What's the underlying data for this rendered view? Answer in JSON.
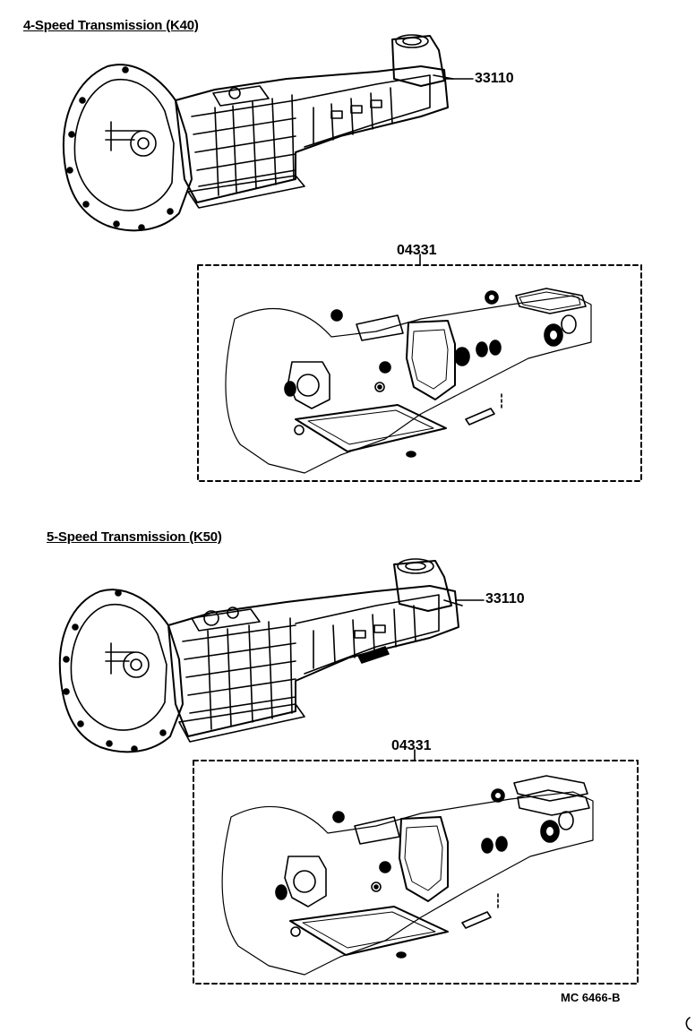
{
  "section_k40": {
    "title": "4-Speed Transmission (K40)",
    "assembly_part": "33110",
    "gasket_kit_part": "04331"
  },
  "section_k50": {
    "title": "5-Speed Transmission (K50)",
    "assembly_part": "33110",
    "gasket_kit_part": "04331"
  },
  "figure_code": "MC 6466-B"
}
